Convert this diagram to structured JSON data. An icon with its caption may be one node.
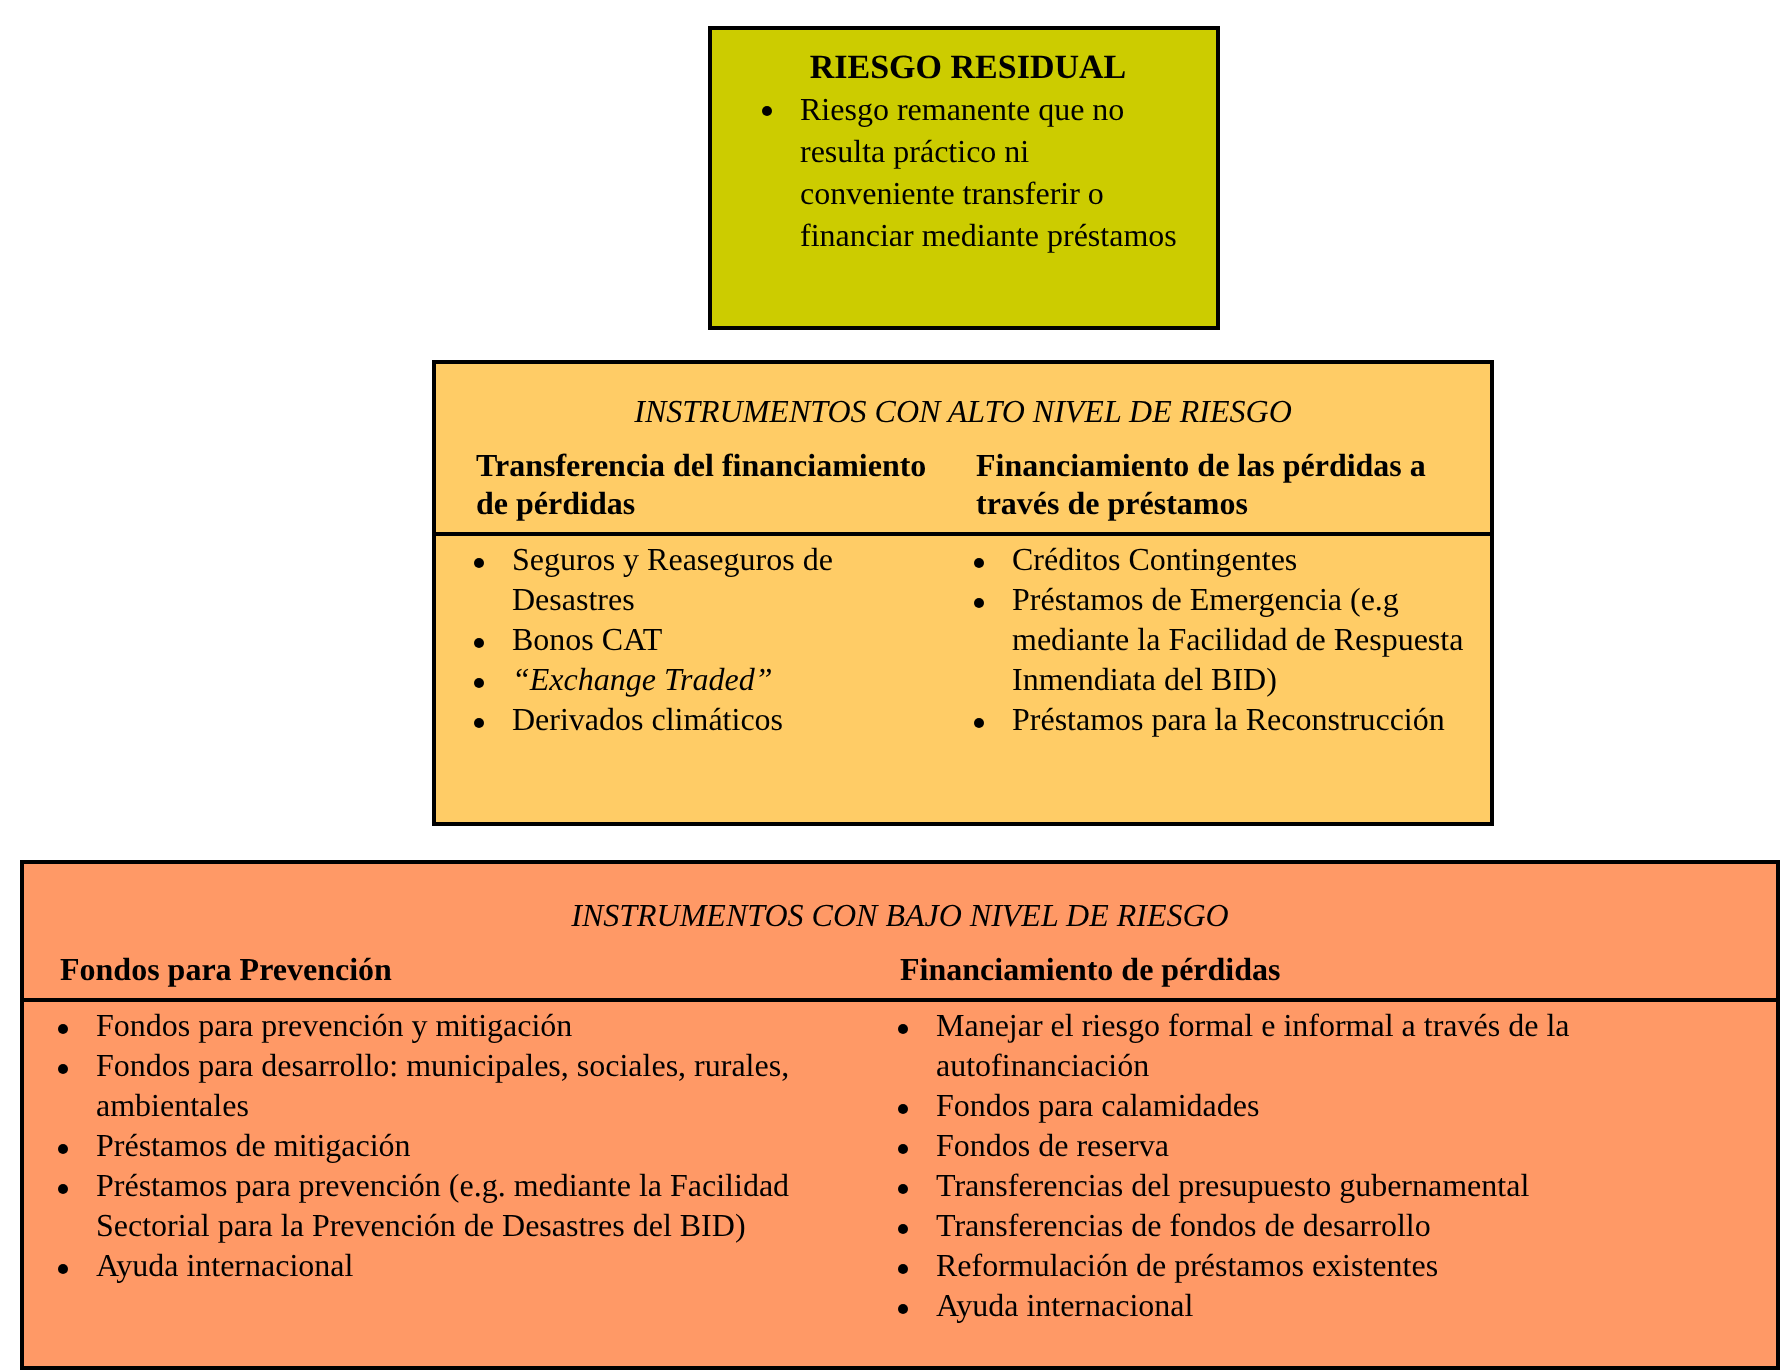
{
  "diagram": {
    "nodes": [
      {
        "text": [
          "RIESGO RESIDUAL",
          "Riesgo remanente que no resulta práctico ni conveniente transferir o financiar mediante préstamos"
        ]
      },
      {
        "text": [
          "INSTRUMENTOS CON ALTO NIVEL DE RIESGO",
          "Transferencia del financiamiento de pérdidas",
          "Financiamiento de las pérdidas a través de  préstamos",
          "Seguros y Reaseguros de Desastres",
          "Bonos CAT",
          "“Exchange Traded”",
          "Derivados climáticos",
          "Créditos Contingentes",
          "Préstamos de Emergencia (e.g mediante la Facilidad de Respuesta Inmendiata del BID)",
          "Préstamos para la Reconstrucción"
        ]
      },
      {
        "text": [
          "INSTRUMENTOS CON BAJO NIVEL DE RIESGO",
          "Fondos para Prevención",
          "Financiamiento de  pérdidas",
          "Fondos para prevención y mitigación",
          "Fondos para desarrollo: municipales, sociales, rurales, ambientales",
          "Préstamos de mitigación",
          "Préstamos para prevención (e.g. mediante la Facilidad Sectorial para la Prevención de Desastres del BID)",
          "Ayuda internacional",
          "Manejar el riesgo formal e informal a través de la autofinanciación",
          "Fondos para calamidades",
          "Fondos de reserva",
          "Transferencias del presupuesto gubernamental",
          "Transferencias de fondos de desarrollo",
          "Reformulación de préstamos existentes",
          "Ayuda internacional"
        ]
      }
    ],
    "edges": []
  }
}
